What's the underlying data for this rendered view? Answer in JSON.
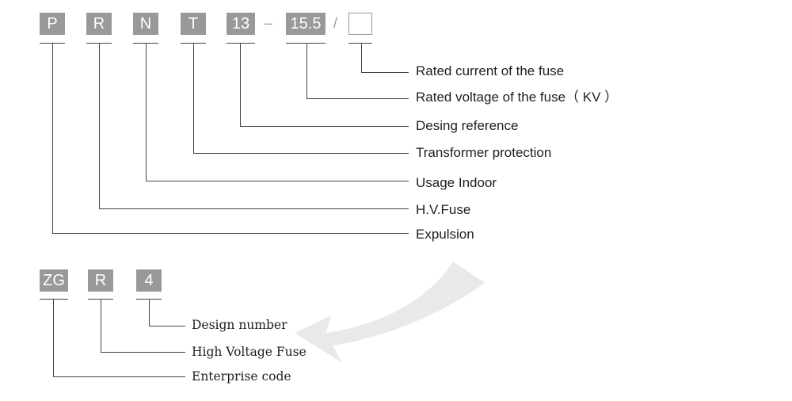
{
  "top_code": {
    "boxes": [
      "P",
      "R",
      "N",
      "T",
      "13",
      "15.5",
      ""
    ],
    "separators": [
      "–",
      "/"
    ],
    "labels": [
      "Rated current of the fuse",
      "Rated voltage of the fuse（ KV ）",
      "Desing reference",
      "Transformer protection",
      "Usage Indoor",
      "H.V.Fuse",
      "Expulsion"
    ]
  },
  "bottom_code": {
    "boxes": [
      "ZG",
      "R",
      "4"
    ],
    "labels": [
      "Design number",
      "High Voltage Fuse",
      "Enterprise code"
    ]
  },
  "colors": {
    "box_fill": "#999999",
    "line": "#444444",
    "arrow": "#e6e6e6"
  }
}
